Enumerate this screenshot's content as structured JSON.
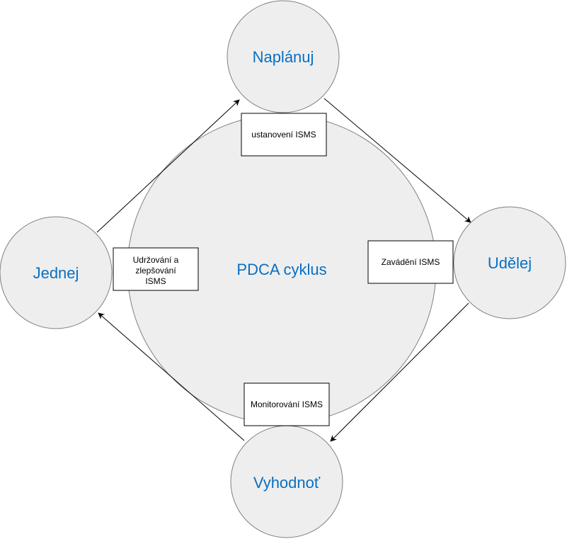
{
  "colors": {
    "circle_fill": "#eeeeee",
    "circle_stroke": "#808080",
    "label_blue": "#0a6fc2",
    "arrow": "#000000",
    "box_fill": "#ffffff",
    "box_stroke": "#000000"
  },
  "center": {
    "label": "PDCA cyklus"
  },
  "stages": {
    "plan": "Naplánuj",
    "do": "Udělej",
    "check": "Vyhodnoť",
    "act": "Jednej"
  },
  "boxes": {
    "plan": [
      "ustanovení ISMS"
    ],
    "do": [
      "Zavádění ISMS"
    ],
    "check": [
      "Monitorování ISMS"
    ],
    "act": [
      "Udržování a",
      "zlepšování",
      "ISMS"
    ]
  }
}
